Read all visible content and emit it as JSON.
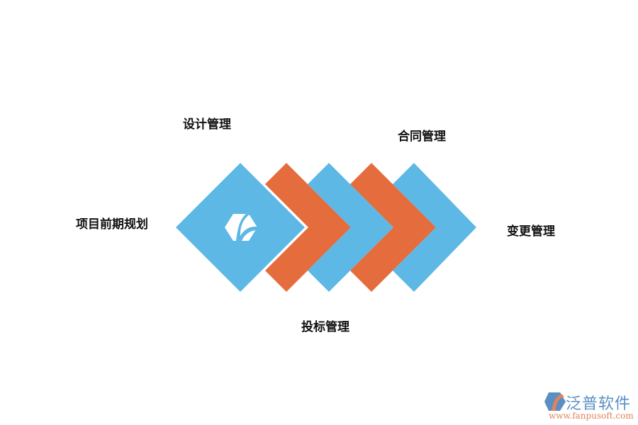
{
  "diagram": {
    "stages": [
      {
        "label": "项目前期规划",
        "color": "#5db8e5"
      },
      {
        "label": "设计管理",
        "color": "#e46c3d"
      },
      {
        "label": "投标管理",
        "color": "#5db8e5"
      },
      {
        "label": "合同管理",
        "color": "#e46c3d"
      },
      {
        "label": "变更管理",
        "color": "#5db8e5"
      }
    ],
    "colors": {
      "blue": "#5db8e5",
      "orange": "#e46c3d"
    },
    "center_icon": "logo-icon"
  },
  "watermark": {
    "name": "泛普软件",
    "url": "www.fanpusoft.com"
  }
}
